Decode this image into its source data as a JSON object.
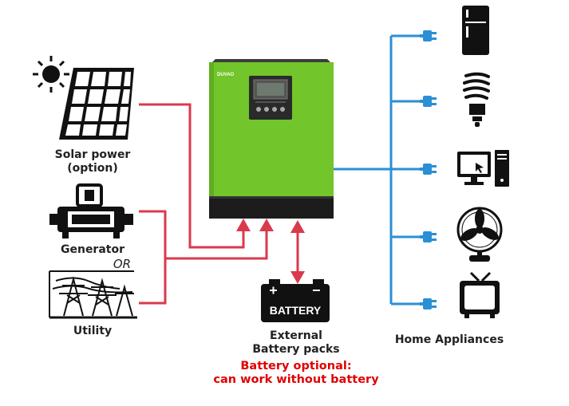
{
  "inverter": {
    "brand": "DUVAO"
  },
  "sources": {
    "solar_label": "Solar power",
    "solar_sub": "(option)",
    "generator_label": "Generator",
    "or_label": "OR",
    "utility_label": "Utility"
  },
  "battery": {
    "icon_text": "BATTERY",
    "label_line1": "External",
    "label_line2": "Battery packs",
    "note_line1": "Battery optional:",
    "note_line2": "can work without battery"
  },
  "appliances": {
    "label": "Home Appliances",
    "items": [
      "fridge-icon",
      "bulb-icon",
      "computer-icon",
      "fan-icon",
      "tv-icon"
    ]
  },
  "colors": {
    "ac_line": "#d93a4c",
    "out_line": "#2b8fd6",
    "battery_line": "#d93a4c",
    "inverter_green": "#72c52a",
    "inverter_dark": "#1c1c1c",
    "note_red": "#e00000"
  }
}
